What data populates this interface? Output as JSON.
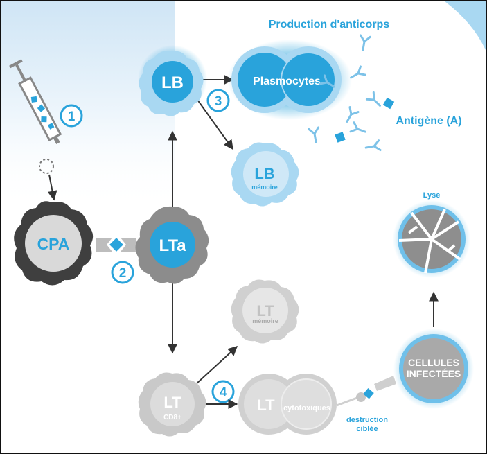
{
  "colors": {
    "blue": "#29a3db",
    "light_blue": "#a9d8f2",
    "pale_blue": "#dcedf8",
    "gray": "#a9a9a9",
    "light_gray": "#d9d9d9",
    "dark_gray": "#3f3f3f",
    "arrow": "#333333"
  },
  "steps": [
    "1",
    "2",
    "3",
    "4"
  ],
  "labels": {
    "production": "Production d'anticorps",
    "antigene": "Antigène (A)",
    "lyse": "Lyse",
    "destruction_line1": "destruction",
    "destruction_line2": "ciblée"
  },
  "cells": {
    "cpa": "CPA",
    "lta": "LTa",
    "lb": "LB",
    "plasmocytes": "Plasmocytes",
    "lb_memoire_main": "LB",
    "lb_memoire_sub": "mémoire",
    "lt_memoire_main": "LT",
    "lt_memoire_sub": "mémoire",
    "lt_cd8_main": "LT",
    "lt_cd8_sub": "CD8+",
    "lt_cyto_main": "LT",
    "lt_cyto_sub": "cytotoxiques",
    "infected_line1": "CELLULES",
    "infected_line2": "INFECTÉES"
  },
  "icons": [
    "syringe-icon",
    "antibody-icon",
    "antigen-icon",
    "receptor-icon",
    "lysed-cell-icon"
  ]
}
